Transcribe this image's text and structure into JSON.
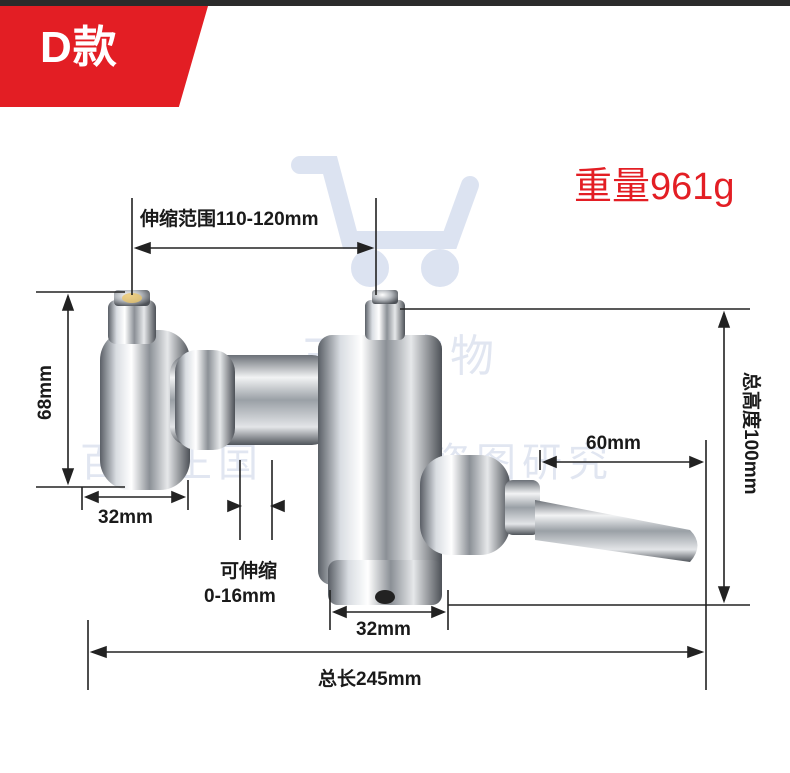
{
  "badge": {
    "text": "D款",
    "color": "#e31e24"
  },
  "weight": "重量961g",
  "dimensions": {
    "telescopic_range": "伸缩范围110-120mm",
    "height_left": "68mm",
    "total_height": "总高度100mm",
    "lever_length": "60mm",
    "inlet_diameter": "32mm",
    "outlet_diameter": "32mm",
    "adjustable": "可伸缩",
    "adjustable_range": "0-16mm",
    "total_length": "总长245mm"
  },
  "watermark": {
    "line1": "三尚购物",
    "line2_left": "百腾王国",
    "line2_right": "资图研究"
  },
  "colors": {
    "accent": "#e31e24",
    "text": "#1a1a1a",
    "line": "#222222"
  }
}
